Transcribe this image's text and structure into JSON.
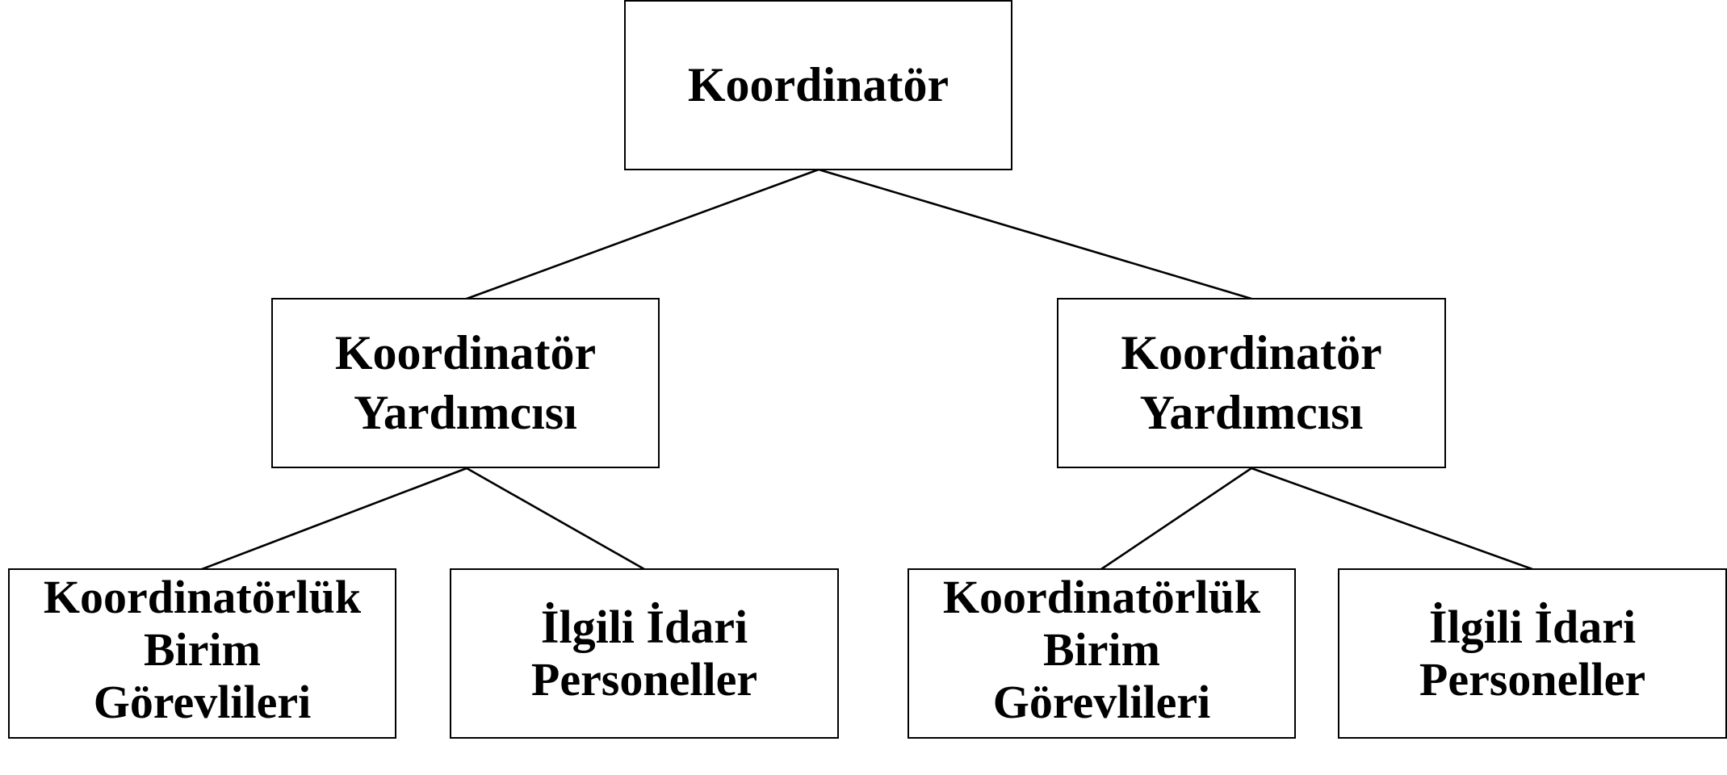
{
  "diagram": {
    "type": "org-chart",
    "colors": {
      "border": "#000000",
      "text": "#000000",
      "background": "#ffffff"
    },
    "root": {
      "lines": [
        "Koordinatör"
      ]
    },
    "assistants": [
      {
        "lines": [
          "Koordinatör",
          "Yardımcısı"
        ],
        "children": [
          {
            "lines": [
              "Koordinatörlük",
              "Birim",
              "Görevlileri"
            ]
          },
          {
            "lines": [
              "İlgili İdari",
              "Personeller"
            ]
          }
        ]
      },
      {
        "lines": [
          "Koordinatör",
          "Yardımcısı"
        ],
        "children": [
          {
            "lines": [
              "Koordinatörlük",
              "Birim",
              "Görevlileri"
            ]
          },
          {
            "lines": [
              "İlgili İdari",
              "Personeller"
            ]
          }
        ]
      }
    ]
  }
}
